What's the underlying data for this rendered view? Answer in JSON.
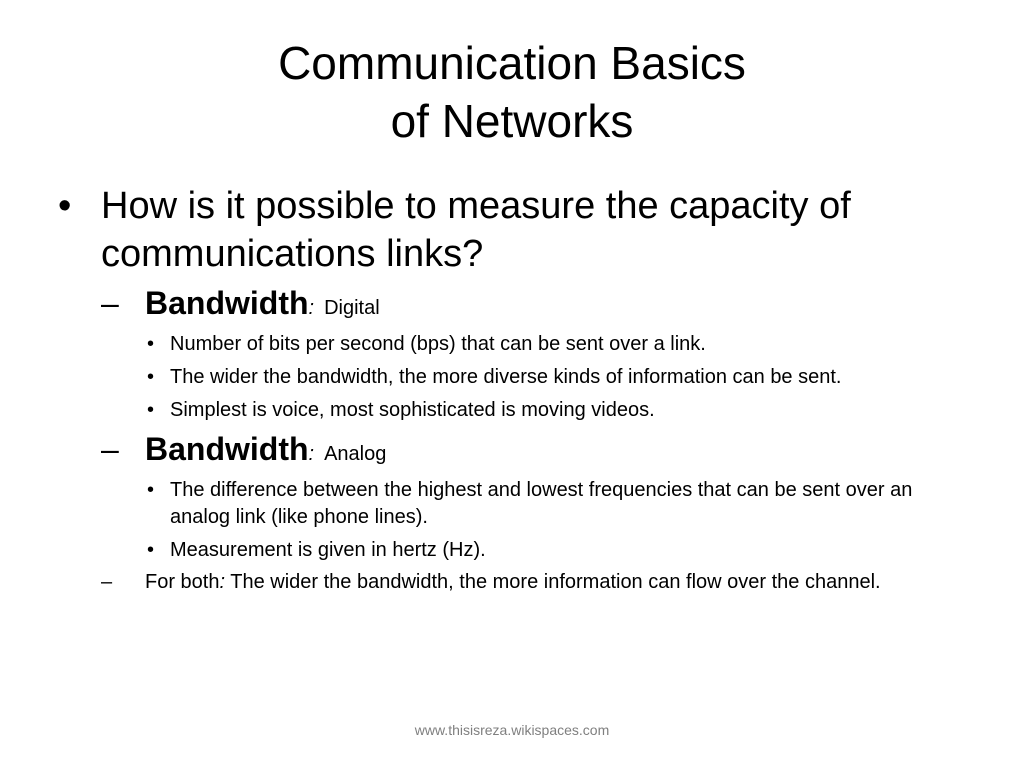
{
  "title": {
    "line1": "Communication Basics",
    "line2": "of Networks"
  },
  "bullets": {
    "main": {
      "marker": "•",
      "text": "How is it possible to measure the capacity of communications links?"
    },
    "digital": {
      "marker": "–",
      "lead": "Bandwidth",
      "colon": ":",
      "tail": "Digital",
      "items": [
        "Number of bits per second (bps) that can be sent over a link.",
        "The wider the bandwidth, the more diverse kinds of information can be sent.",
        "Simplest is voice, most sophisticated is moving videos."
      ]
    },
    "analog": {
      "marker": "–",
      "lead": "Bandwidth",
      "colon": ":",
      "tail": "Analog",
      "items": [
        "The difference between the highest and lowest frequencies that can be sent over an analog link (like phone lines).",
        "Measurement is given in hertz (Hz)."
      ]
    },
    "both": {
      "marker": "–",
      "lead": "For both",
      "colon": ":",
      "tail": " The wider the bandwidth, the more information can flow over the channel."
    },
    "sub_marker": "•"
  },
  "footer": "www.thisisreza.wikispaces.com"
}
